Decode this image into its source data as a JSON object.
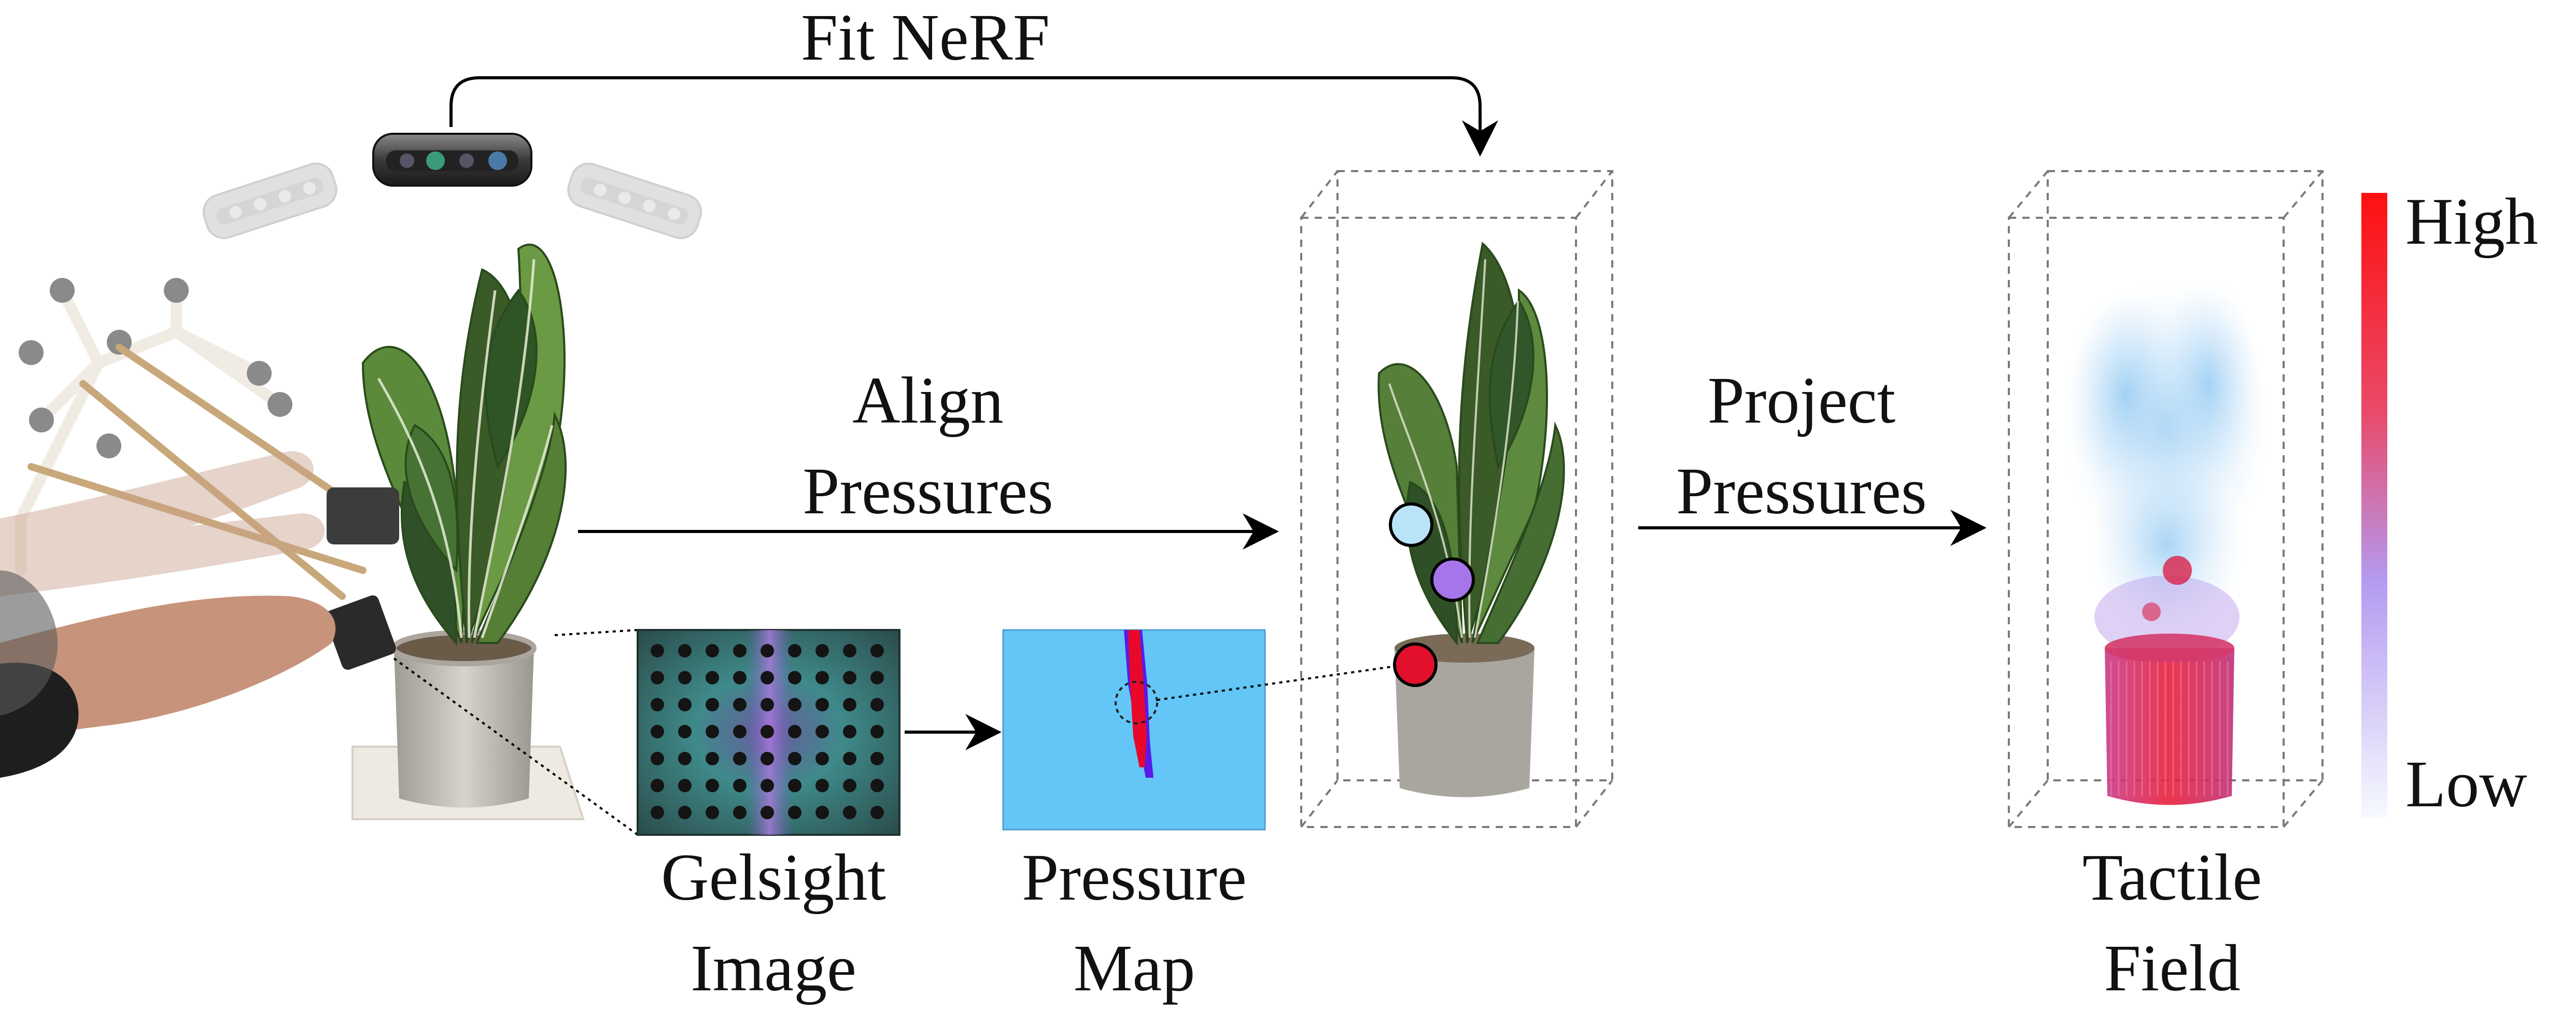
{
  "labels": {
    "fit_nerf": "Fit NeRF",
    "align_line1": "Align",
    "align_line2": "Pressures",
    "project_line1": "Project",
    "project_line2": "Pressures",
    "gelsight_line1": "Gelsight",
    "gelsight_line2": "Image",
    "pressure_line1": "Pressure",
    "pressure_line2": "Map",
    "tactile_line1": "Tactile",
    "tactile_line2": "Field",
    "scale_high": "High",
    "scale_low": "Low"
  },
  "markers": [
    {
      "name": "touch-point-light-blue",
      "color": "#b9e3f7"
    },
    {
      "name": "touch-point-purple",
      "color": "#a675ea"
    },
    {
      "name": "touch-point-red",
      "color": "#e3102c"
    }
  ],
  "colors": {
    "pressure_background": "#63c6f7",
    "pressure_high": "#e8082a",
    "pressure_mid": "#5a1ae8",
    "scale_high": "#ff1a1a",
    "scale_mid": "#b89af0",
    "scale_low": "#f4f9ff",
    "leaf": "#3b6a2c",
    "pot": "#bdbab2"
  }
}
